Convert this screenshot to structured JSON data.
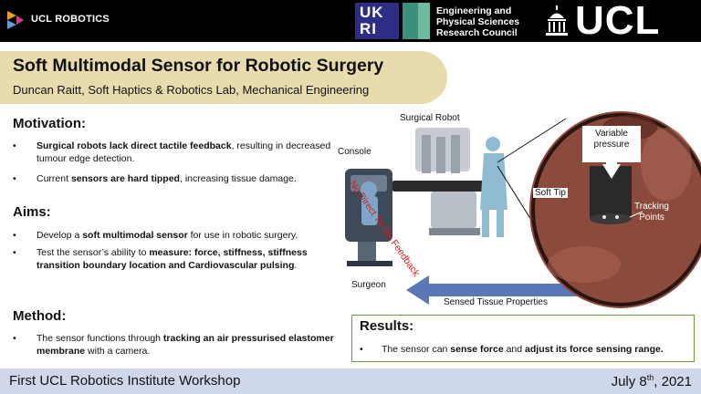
{
  "header": {
    "org_label": "UCL ROBOTICS",
    "ukri_label": "UK RI",
    "epsrc_lines": [
      "Engineering and",
      "Physical Sciences",
      "Research Council"
    ],
    "ucl_label": "UCL"
  },
  "title": {
    "main": "Soft Multimodal Sensor for Robotic Surgery",
    "authors": "Duncan Raitt, Soft Haptics & Robotics Lab, Mechanical Engineering"
  },
  "motivation": {
    "heading": "Motivation:",
    "bullets": [
      {
        "bold": "Surgical robots lack direct tactile feedback",
        "rest": ", resulting in decreased tumour edge detection."
      },
      {
        "pre": "Current ",
        "bold": "sensors are hard tipped",
        "rest": ", increasing tissue damage."
      }
    ]
  },
  "aims": {
    "heading": "Aims:",
    "bullets": [
      {
        "pre": "Develop a ",
        "bold": "soft multimodal sensor",
        "rest": " for use in robotic surgery."
      },
      {
        "pre": "Test the sensor’s ability to ",
        "bold": "measure: force, stiffness, stiffness transition boundary location and Cardiovascular pulsing",
        "rest": "."
      }
    ]
  },
  "method": {
    "heading": "Method:",
    "bullets": [
      {
        "pre": "The sensor functions through ",
        "bold": "tracking an air pressurised elastomer membrane",
        "rest": " with a camera."
      }
    ]
  },
  "diagram": {
    "surgical_robot": "Surgical Robot",
    "console": "Console",
    "no_feedback": "No Direct Tactile Feedback",
    "surgeon": "Surgeon",
    "sensed": "Sensed Tissue Properties",
    "variable_pressure": [
      "Variable",
      "pressure"
    ],
    "soft_tip": "Soft Tip",
    "tracking_points": [
      "Tracking",
      "Points"
    ]
  },
  "results": {
    "heading": "Results:",
    "pre": "The sensor can ",
    "bold1": "sense force",
    "mid": " and ",
    "bold2": "adjust its force sensing range."
  },
  "footer": {
    "left": "First UCL Robotics Institute Workshop",
    "right_main": "July 8",
    "right_sup": "th",
    "right_year": ", 2021"
  },
  "colors": {
    "title_band": "#e8dcae",
    "footer_band": "#cfd8ea",
    "results_border": "#6a9a3a",
    "arrow": "#5a78b8",
    "red_label": "#d21c1c",
    "ukri_blue": "#2e2d84"
  }
}
